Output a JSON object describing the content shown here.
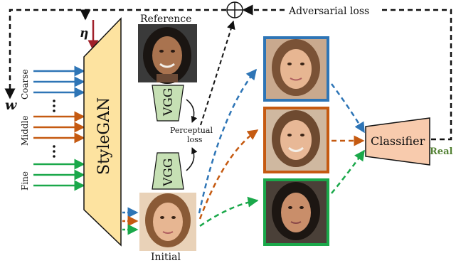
{
  "labels": {
    "w": "w",
    "eta": "η",
    "coarse": "Coarse",
    "middle": "Middle",
    "fine": "Fine",
    "stylegan": "StyleGAN",
    "reference": "Reference",
    "initial": "Initial",
    "vgg_top": "VGG",
    "vgg_bottom": "VGG",
    "perceptual_line1": "Perceptual",
    "perceptual_line2": "loss",
    "adversarial_loss": "Adversarial loss",
    "classifier": "Classifier",
    "real": "Real"
  },
  "colors": {
    "coarse": "#2e75b6",
    "middle": "#c55a11",
    "fine": "#1aa84a",
    "stylegan_fill": "#fde3a0",
    "vgg_fill": "#c6e0b4",
    "classifier_fill": "#f8cbad",
    "eta_arrow": "#a0202a",
    "real_text": "#548235"
  },
  "icons": {
    "sum": "circled-plus-icon"
  }
}
